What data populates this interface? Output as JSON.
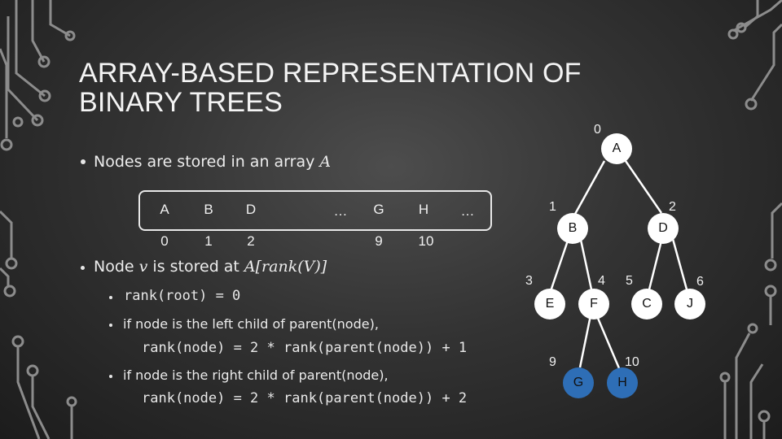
{
  "title": {
    "line1": "ARRAY-BASED REPRESENTATION OF",
    "line2": "BINARY TREES"
  },
  "bullet1": {
    "text": "Nodes are stored in an array ",
    "var": "A"
  },
  "array": {
    "values": [
      "A",
      "B",
      "D",
      "…",
      "G",
      "H",
      "…"
    ],
    "indices": [
      "0",
      "1",
      "2",
      "9",
      "10"
    ]
  },
  "bullet2": {
    "prefix": "Node ",
    "var": "v",
    "mid": " is stored at ",
    "expr": "A[rank(V)]"
  },
  "rules": {
    "r1": "rank(root) = 0",
    "r2_label": "if node is the left child of parent(node),",
    "r2_code": "rank(node) = 2 * rank(parent(node)) + 1",
    "r3_label": "if node is the right child of parent(node),",
    "r3_code": "rank(node) = 2 * rank(parent(node)) + 2"
  },
  "tree": {
    "nodes": [
      {
        "label": "A",
        "rank": "0"
      },
      {
        "label": "B",
        "rank": "1"
      },
      {
        "label": "D",
        "rank": "2"
      },
      {
        "label": "E",
        "rank": "3"
      },
      {
        "label": "F",
        "rank": "4"
      },
      {
        "label": "C",
        "rank": "5"
      },
      {
        "label": "J",
        "rank": "6"
      },
      {
        "label": "G",
        "rank": "9"
      },
      {
        "label": "H",
        "rank": "10"
      }
    ],
    "highlight_color": "#2e6eb6"
  }
}
